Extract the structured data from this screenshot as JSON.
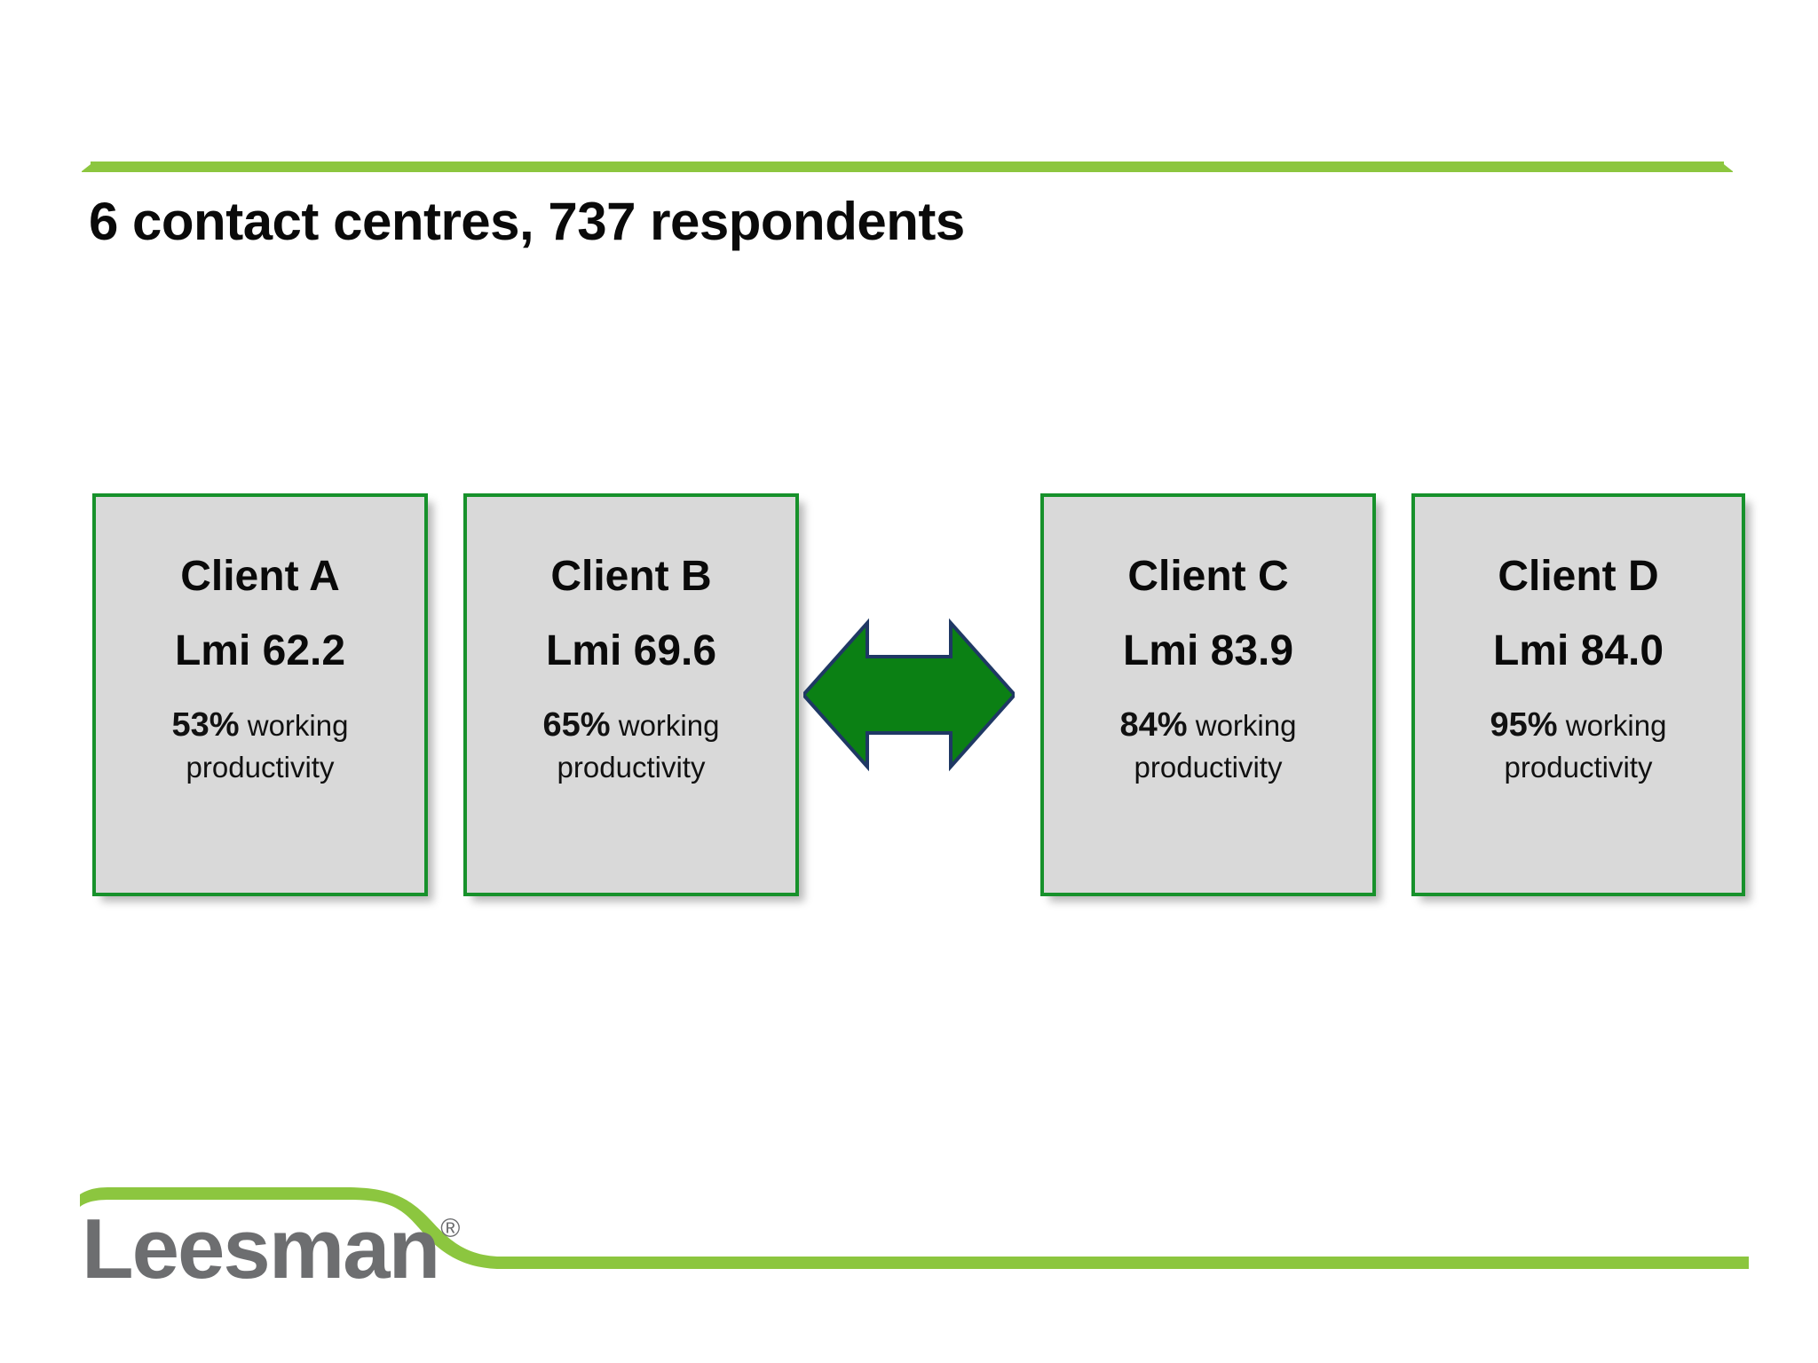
{
  "slide": {
    "title": "6 contact centres, 737 respondents",
    "background_color": "#ffffff"
  },
  "theme": {
    "accent_green": "#8cc63f",
    "card_border_green": "#17912b",
    "card_fill_gray": "#d9d9d9",
    "arrow_fill_green": "#0b8014",
    "arrow_outline_navy": "#1f3864",
    "logo_gray": "#6d6e70",
    "title_color": "#0a0a0a"
  },
  "cards": [
    {
      "name": "Client A",
      "lmi": "Lmi 62.2",
      "percent": "53%",
      "metric_label": "working productivity"
    },
    {
      "name": "Client B",
      "lmi": "Lmi 69.6",
      "percent": "65%",
      "metric_label": "working productivity"
    },
    {
      "name": "Client C",
      "lmi": "Lmi 83.9",
      "percent": "84%",
      "metric_label": "working productivity"
    },
    {
      "name": "Client D",
      "lmi": "Lmi 84.0",
      "percent": "95%",
      "metric_label": "working productivity"
    }
  ],
  "comparison_arrow": {
    "icon": "double-headed-horizontal-arrow-icon",
    "direction": "left-right"
  },
  "footer": {
    "logo_text": "Leesman",
    "registered_mark": "®"
  },
  "chart_data": {
    "type": "table",
    "title": "6 contact centres, 737 respondents",
    "columns": [
      "Client",
      "Lmi",
      "Working productivity (%)"
    ],
    "rows": [
      [
        "Client A",
        62.2,
        53
      ],
      [
        "Client B",
        69.6,
        65
      ],
      [
        "Client C",
        83.9,
        84
      ],
      [
        "Client D",
        84.0,
        95
      ]
    ],
    "annotation": "Double-headed arrow contrasting Client A/B (lower Lmi) against Client C/D (higher Lmi)",
    "contact_centres": 6,
    "respondents": 737
  }
}
